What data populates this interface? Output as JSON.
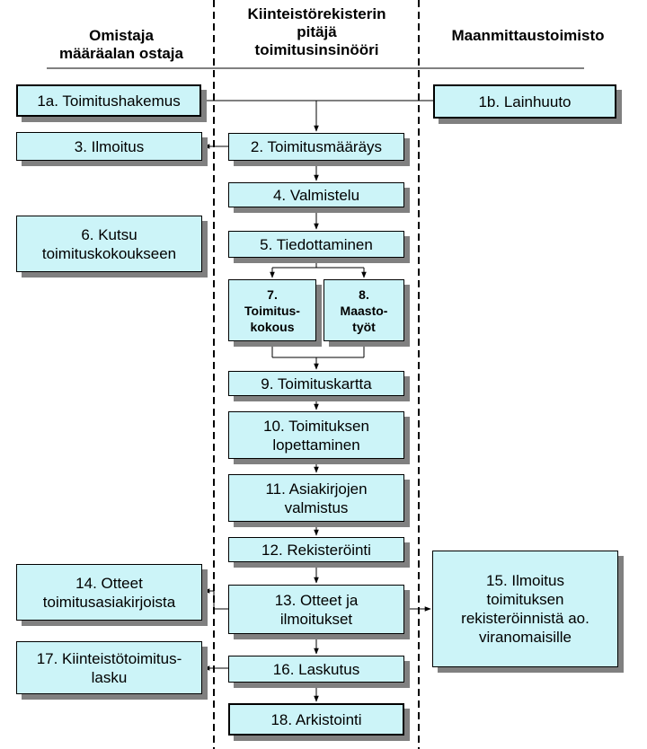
{
  "headers": {
    "left": "Omistaja\nmääräalan ostaja",
    "center": "Kiinteistörekisterin\npitäjä\ntoimitusinsinööri",
    "right": "Maanmittaustoimisto"
  },
  "boxes": {
    "b1a": "1a. Toimitushakemus",
    "b1b": "1b. Lainhuuto",
    "b2": "2. Toimitusmääräys",
    "b3": "3. Ilmoitus",
    "b4": "4. Valmistelu",
    "b5": "5. Tiedottaminen",
    "b6": "6. Kutsu\ntoimituskokoukseen",
    "b7": "7.\nToimitus-\nkokous",
    "b8": "8.\nMaasto-\ntyöt",
    "b9": "9. Toimituskartta",
    "b10": "10. Toimituksen\nlopettaminen",
    "b11": "11. Asiakirjojen\nvalmistus",
    "b12": "12. Rekisteröinti",
    "b13": "13. Otteet ja\nilmoitukset",
    "b14": "14. Otteet\ntoimitusasiakirjoista",
    "b15": "15. Ilmoitus\ntoimituksen\nrekisteröinnistä ao.\nviranomaisille",
    "b16": "16. Laskutus",
    "b17": "17. Kiinteistötoimitus-\nlasku",
    "b18": "18. Arkistointi"
  }
}
